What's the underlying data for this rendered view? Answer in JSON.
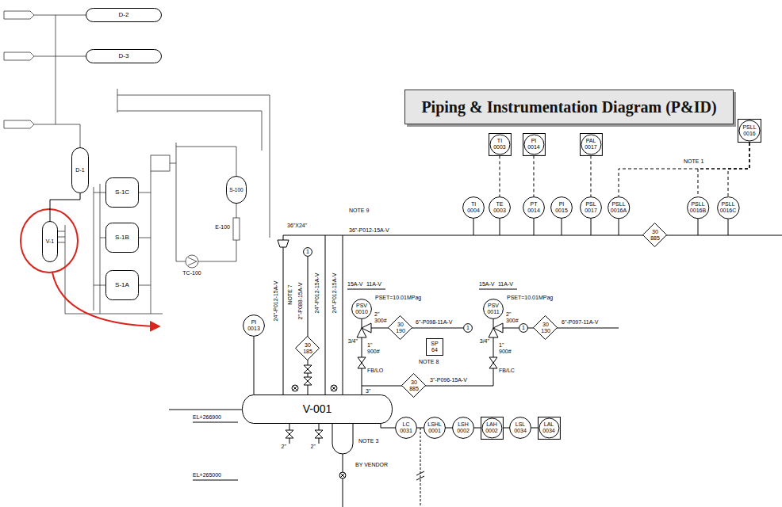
{
  "diagram": {
    "title": "Piping & Instrumentation Diagram (P&ID)",
    "nodes": [
      {
        "text": [
          "D-2"
        ]
      },
      {
        "text": [
          "D-3"
        ]
      },
      {
        "text": [
          "D-1"
        ]
      },
      {
        "text": [
          "S-1C"
        ]
      },
      {
        "text": [
          "S-1B"
        ]
      },
      {
        "text": [
          "S-1A"
        ]
      },
      {
        "text": [
          "S-100"
        ]
      },
      {
        "text": [
          "V-1"
        ]
      },
      {
        "text": [
          "TI",
          "0003"
        ]
      },
      {
        "text": [
          "PI",
          "0014"
        ]
      },
      {
        "text": [
          "PAL",
          "0017"
        ]
      },
      {
        "text": [
          "PSLL",
          "0016"
        ]
      },
      {
        "text": [
          "TI",
          "0004"
        ]
      },
      {
        "text": [
          "TE",
          "0003"
        ]
      },
      {
        "text": [
          "PT",
          "0014"
        ]
      },
      {
        "text": [
          "PI",
          "0015"
        ]
      },
      {
        "text": [
          "PSL",
          "0017"
        ]
      },
      {
        "text": [
          "PSLL",
          "0016A"
        ]
      },
      {
        "text": [
          "PSLL",
          "0016B"
        ]
      },
      {
        "text": [
          "PSLL",
          "0016C"
        ]
      },
      {
        "text": [
          "30",
          "885"
        ]
      },
      {
        "text": [
          "30",
          "185"
        ]
      },
      {
        "text": [
          "PSV",
          "0010"
        ]
      },
      {
        "text": [
          "PSV",
          "0011"
        ]
      },
      {
        "text": [
          "30",
          "190"
        ]
      },
      {
        "text": [
          "30",
          "130"
        ]
      },
      {
        "text": [
          "SP",
          "64"
        ]
      },
      {
        "text": [
          "30",
          "885"
        ]
      },
      {
        "text": [
          "PI",
          "0013"
        ]
      },
      {
        "text": [
          "V-001"
        ]
      },
      {
        "text": [
          "LC",
          "0031"
        ]
      },
      {
        "text": [
          "LSHL",
          "0001"
        ]
      },
      {
        "text": [
          "LSH",
          "0002"
        ]
      },
      {
        "text": [
          "LAH",
          "0002"
        ]
      },
      {
        "text": [
          "LSL",
          "0034"
        ]
      },
      {
        "text": [
          "LAL",
          "0034"
        ]
      },
      {
        "text": [
          "1"
        ]
      },
      {
        "text": [
          "1"
        ]
      },
      {
        "text": [
          "1"
        ]
      }
    ],
    "edges": [
      {
        "from": 8,
        "to": 13,
        "arrow": "none"
      },
      {
        "from": 9,
        "to": 14,
        "arrow": "none"
      },
      {
        "from": 10,
        "to": 16,
        "arrow": "none"
      },
      {
        "from": 11,
        "to": 17,
        "arrow": "none"
      },
      {
        "from": 11,
        "to": 18,
        "arrow": "none"
      },
      {
        "from": 11,
        "to": 19,
        "arrow": "none"
      },
      {
        "from": 2,
        "to": 7,
        "arrow": "none"
      },
      {
        "from": 28,
        "to": 29,
        "arrow": "none"
      }
    ],
    "labels": [
      "E-100",
      "TC-100",
      "NOTE 1",
      "NOTE 9",
      "36\"X24\"",
      "36\"-P012-15A-V",
      "24\"-P012-15A-V",
      "NOTE 7",
      "2\"-P088-15A-V",
      "24\"-P012-15A-V",
      "24\"-P012-15A-V",
      "15A-V",
      "11A-V",
      "PSET=10.01MPag",
      "2\"",
      "300#",
      "6\"-P098-11A-V",
      "3/4\"",
      "1\"",
      "900#",
      "FB/LO",
      "NOTE 8",
      "3\"-P096-15A-V",
      "3\"",
      "15A-V",
      "11A-V",
      "PSET=10.01MPag",
      "2\"",
      "300#",
      "6\"-P097-11A-V",
      "3/4\"",
      "1\"",
      "900#",
      "FB/LC",
      "EL+266900",
      "EL+265000",
      "2\"",
      "2\"",
      "NOTE 3",
      "BY VENDOR"
    ]
  }
}
